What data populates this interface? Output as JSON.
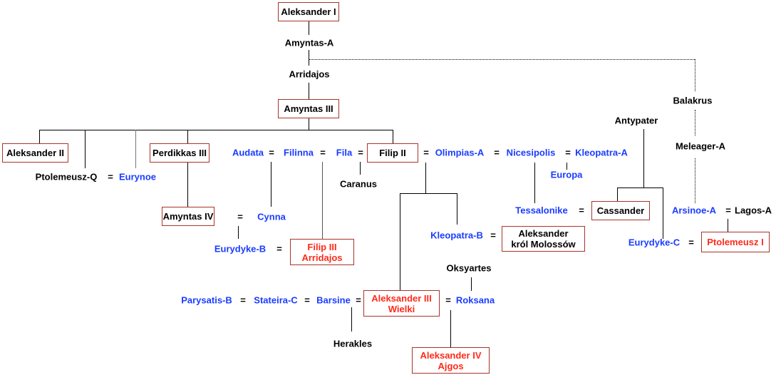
{
  "people": {
    "aleksander1": "Aleksander I",
    "amyntasA": "Amyntas-A",
    "arridajos": "Arridajos",
    "amyntas3": "Amyntas III",
    "aleksander2": "Aleksander II",
    "ptolemeuszQ": "Ptolemeusz-Q",
    "eurynoe": "Eurynoe",
    "perdikkas3": "Perdikkas III",
    "audata": "Audata",
    "filinna": "Filinna",
    "fila": "Fila",
    "filip2": "Filip II",
    "caranus": "Caranus",
    "olimpiasA": "Olimpias-A",
    "nicesipolis": "Nicesipolis",
    "kleopatraA": "Kleopatra-A",
    "europa": "Europa",
    "amyntas4": "Amyntas IV",
    "cynna": "Cynna",
    "eurydykeB": "Eurydyke-B",
    "filip3_1": "Filip III",
    "filip3_2": "Arridajos",
    "tessalonike": "Tessalonike",
    "cassander": "Cassander",
    "antypater": "Antypater",
    "balakrus": "Balakrus",
    "meleagerA": "Meleager-A",
    "arsinoeA": "Arsinoe-A",
    "lagosA": "Lagos-A",
    "eurydykeC": "Eurydyke-C",
    "ptolemeusz1": "Ptolemeusz I",
    "kleopatraB": "Kleopatra-B",
    "aleksMol1": "Aleksander",
    "aleksMol2": "król Molossów",
    "oksyartes": "Oksyartes",
    "parysatisB": "Parysatis-B",
    "stateiraC": "Stateira-C",
    "barsine": "Barsine",
    "aleks3_1": "Aleksander III",
    "aleks3_2": "Wielki",
    "roksana": "Roksana",
    "herakles": "Herakles",
    "aleks4_1": "Aleksander IV",
    "aleks4_2": "Ajgos"
  },
  "marriage_sign": "=",
  "colors": {
    "wife": "#1a3cff",
    "king": "#ff2a1a",
    "box": "#a8342c"
  }
}
